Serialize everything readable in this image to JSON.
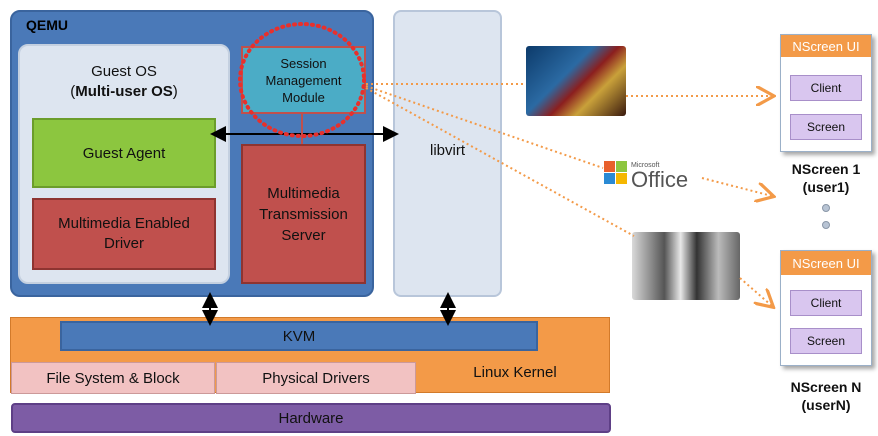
{
  "qemu": {
    "label": "QEMU",
    "guest_os": {
      "title_line1": "Guest OS",
      "title_line2_bold": "Multi-user OS"
    },
    "guest_agent": "Guest Agent",
    "mm_driver": {
      "line1": "Multimedia Enabled",
      "line2": "Driver"
    },
    "smm": {
      "line1": "Session",
      "line2": "Management",
      "line3": "Module"
    },
    "mts": {
      "line1": "Multimedia",
      "line2": "Transmission",
      "line3": "Server"
    }
  },
  "libvirt": "libvirt",
  "kernel": {
    "kvm": "KVM",
    "fs_block": "File System & Block",
    "physical_drivers": "Physical Drivers",
    "label": "Linux Kernel"
  },
  "hardware": "Hardware",
  "office": {
    "small": "Microsoft",
    "big": "Office"
  },
  "nscreen1": {
    "header": "NScreen UI",
    "client": "Client",
    "screen": "Screen",
    "caption_line1": "NScreen 1",
    "caption_line2": "(user1)"
  },
  "nscreenN": {
    "header": "NScreen UI",
    "client": "Client",
    "screen": "Screen",
    "caption_line1": "NScreen N",
    "caption_line2": "(userN)"
  },
  "colors": {
    "qemu_blue": "#4a79b8",
    "guest_agent_green": "#8cc63f",
    "red_box": "#c0504d",
    "smm_cyan": "#4bacc6",
    "kernel_orange": "#f39a48",
    "hardware_purple": "#7d5ca5",
    "dotted_line": "#f39a48",
    "highlight_circle": "#e8302c"
  },
  "icons": [
    "iron-man-image",
    "office-logo",
    "gangnam-style-image",
    "double-arrow-icon"
  ]
}
